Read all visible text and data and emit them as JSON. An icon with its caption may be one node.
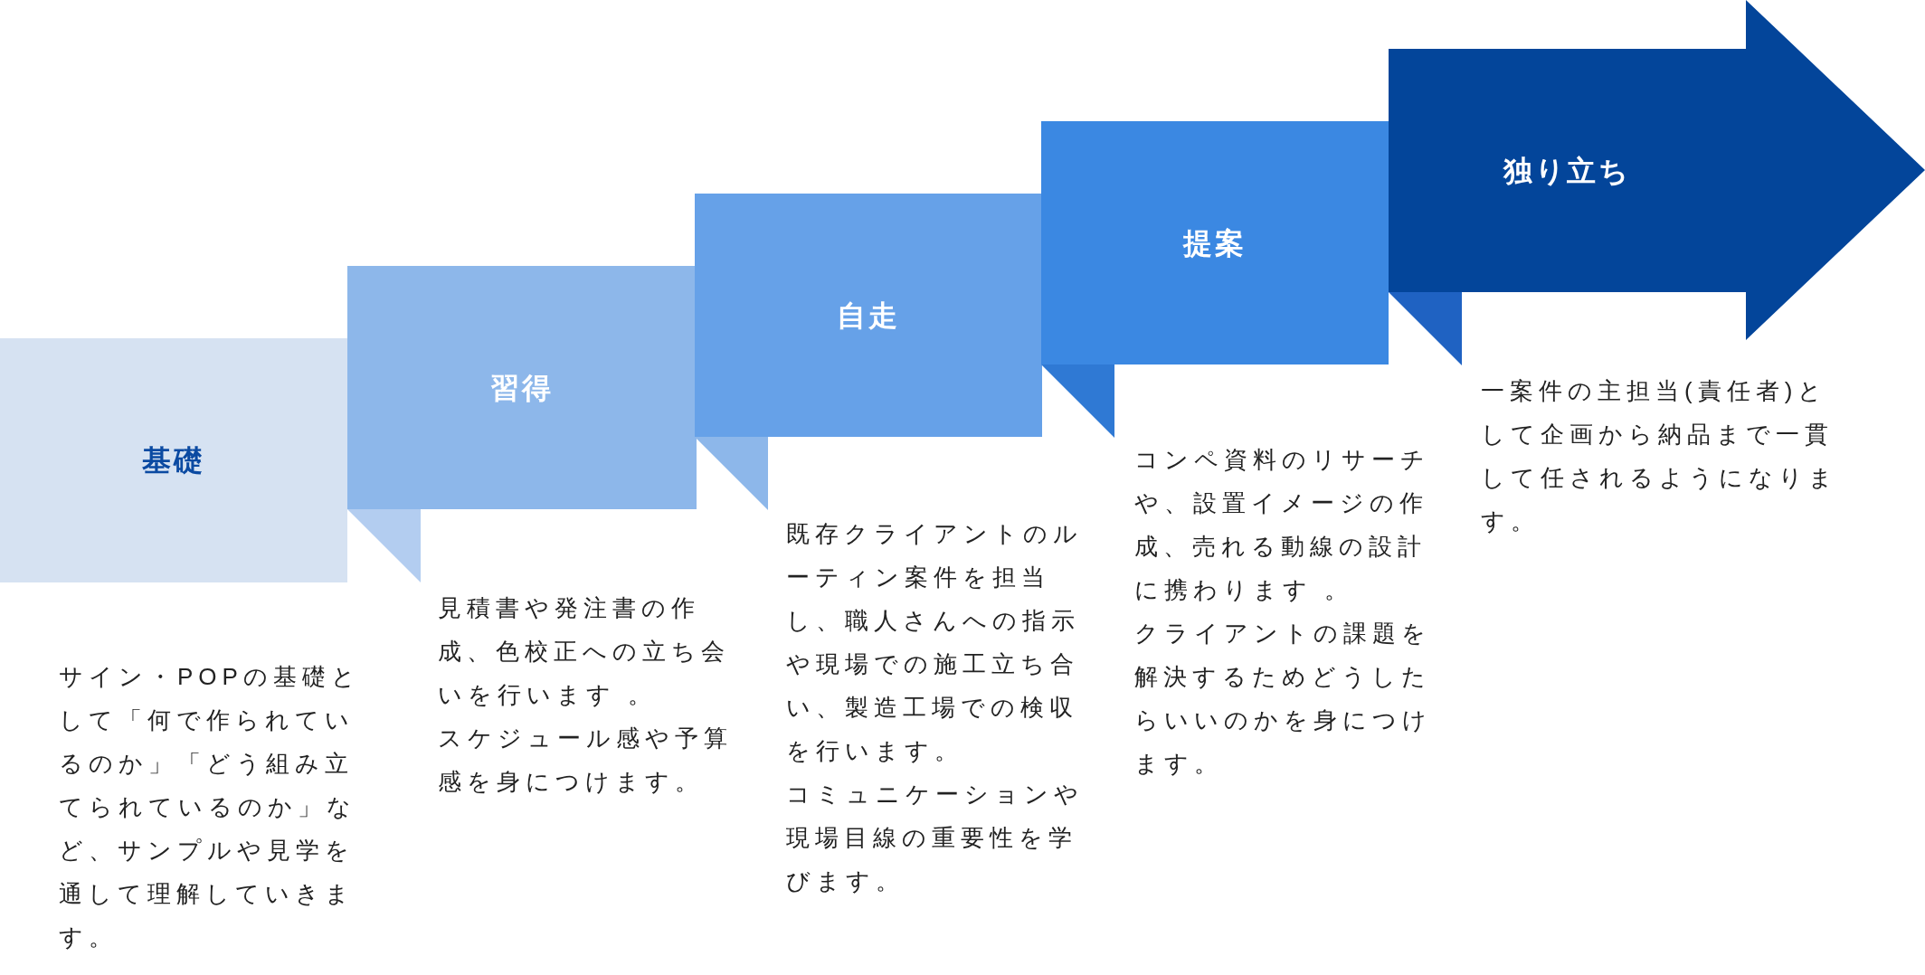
{
  "diagram": {
    "nodes": [
      {
        "text": [
          "基礎"
        ],
        "beside": [
          "サイン・POPの基礎として「何で作られているのか」「どう組み立てられているのか」など、サンプルや見学を通して理解していきます。"
        ]
      },
      {
        "text": [
          "習得"
        ],
        "beside": [
          "見積書や発注書の作成、色校正への立ち会いを行います 。",
          "スケジュール感や予算感を身につけます。"
        ]
      },
      {
        "text": [
          "自走"
        ],
        "beside": [
          "既存クライアントのルーティン案件を担当し、職人さんへの指示や現場での施工立ち合い、製造工場での検収を行います。",
          "コミュニケーションや現場目線の重要性を学びます。"
        ]
      },
      {
        "text": [
          "提案"
        ],
        "beside": [
          "コンペ資料のリサーチや、設置イメージの作成、売れる動線の設計に携わります 。",
          "クライアントの課題を解決するためどうしたらいいのかを身につけます。"
        ]
      },
      {
        "text": [
          "独り立ち"
        ],
        "beside": [
          "一案件の主担当(責任者)として企画から納品まで一貫して任されるようになります。"
        ]
      }
    ]
  }
}
